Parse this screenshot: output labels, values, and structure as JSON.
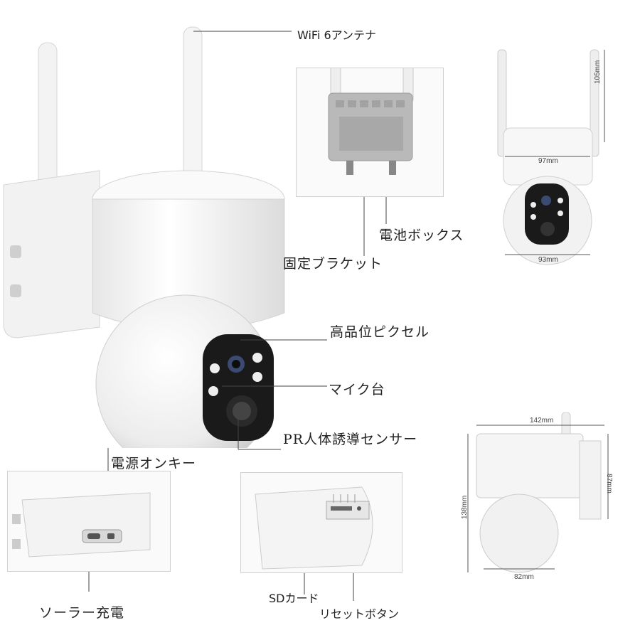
{
  "callouts": {
    "wifi_antenna": "WiFi 6アンテナ",
    "battery_box": "電池ボックス",
    "fixed_bracket": "固定ブラケット",
    "high_pixel": "高品位ピクセル",
    "mic": "マイク台",
    "pir_sensor": "PR人体誘導センサー",
    "power_key": "電源オンキー",
    "solar_charge": "ソーラー充電",
    "sd_card": "SDカード",
    "reset_button": "リセットボタン"
  },
  "dimensions": {
    "front_height": "105mm",
    "front_top_width": "97mm",
    "front_bottom_width": "93mm",
    "side_width": "142mm",
    "side_bracket_height": "87mm",
    "side_total_height": "138mm",
    "side_ball_width": "82mm"
  },
  "colors": {
    "body": "#f4f4f4",
    "shadow": "#d8d8d8",
    "lens_panel": "#1a1a1a",
    "leader_line": "#444444"
  }
}
